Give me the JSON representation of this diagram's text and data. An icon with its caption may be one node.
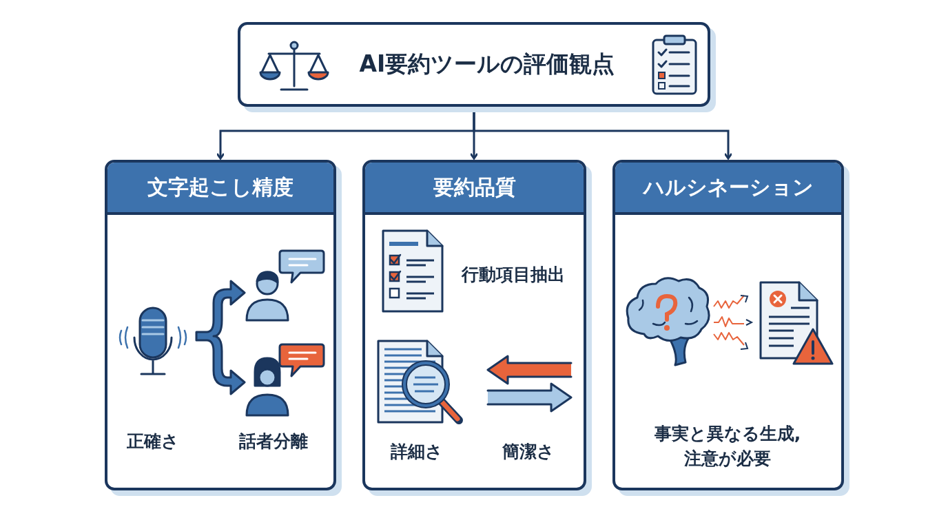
{
  "diagram": {
    "nodes": [
      {
        "text": [
          "AI要約ツールの評価観点"
        ]
      },
      {
        "text": [
          "文字起こし精度",
          "正確さ",
          "話者分離"
        ]
      },
      {
        "text": [
          "要約品質",
          "行動項目抽出",
          "詳細さ",
          "簡潔さ"
        ]
      },
      {
        "text": [
          "ハルシネーション",
          "事実と異なる生成,注意が必要"
        ]
      }
    ],
    "edges": [
      {
        "from": 0,
        "to": 1,
        "arrow": "to"
      },
      {
        "from": 0,
        "to": 2,
        "arrow": "to"
      },
      {
        "from": 0,
        "to": 3,
        "arrow": "to"
      }
    ]
  }
}
